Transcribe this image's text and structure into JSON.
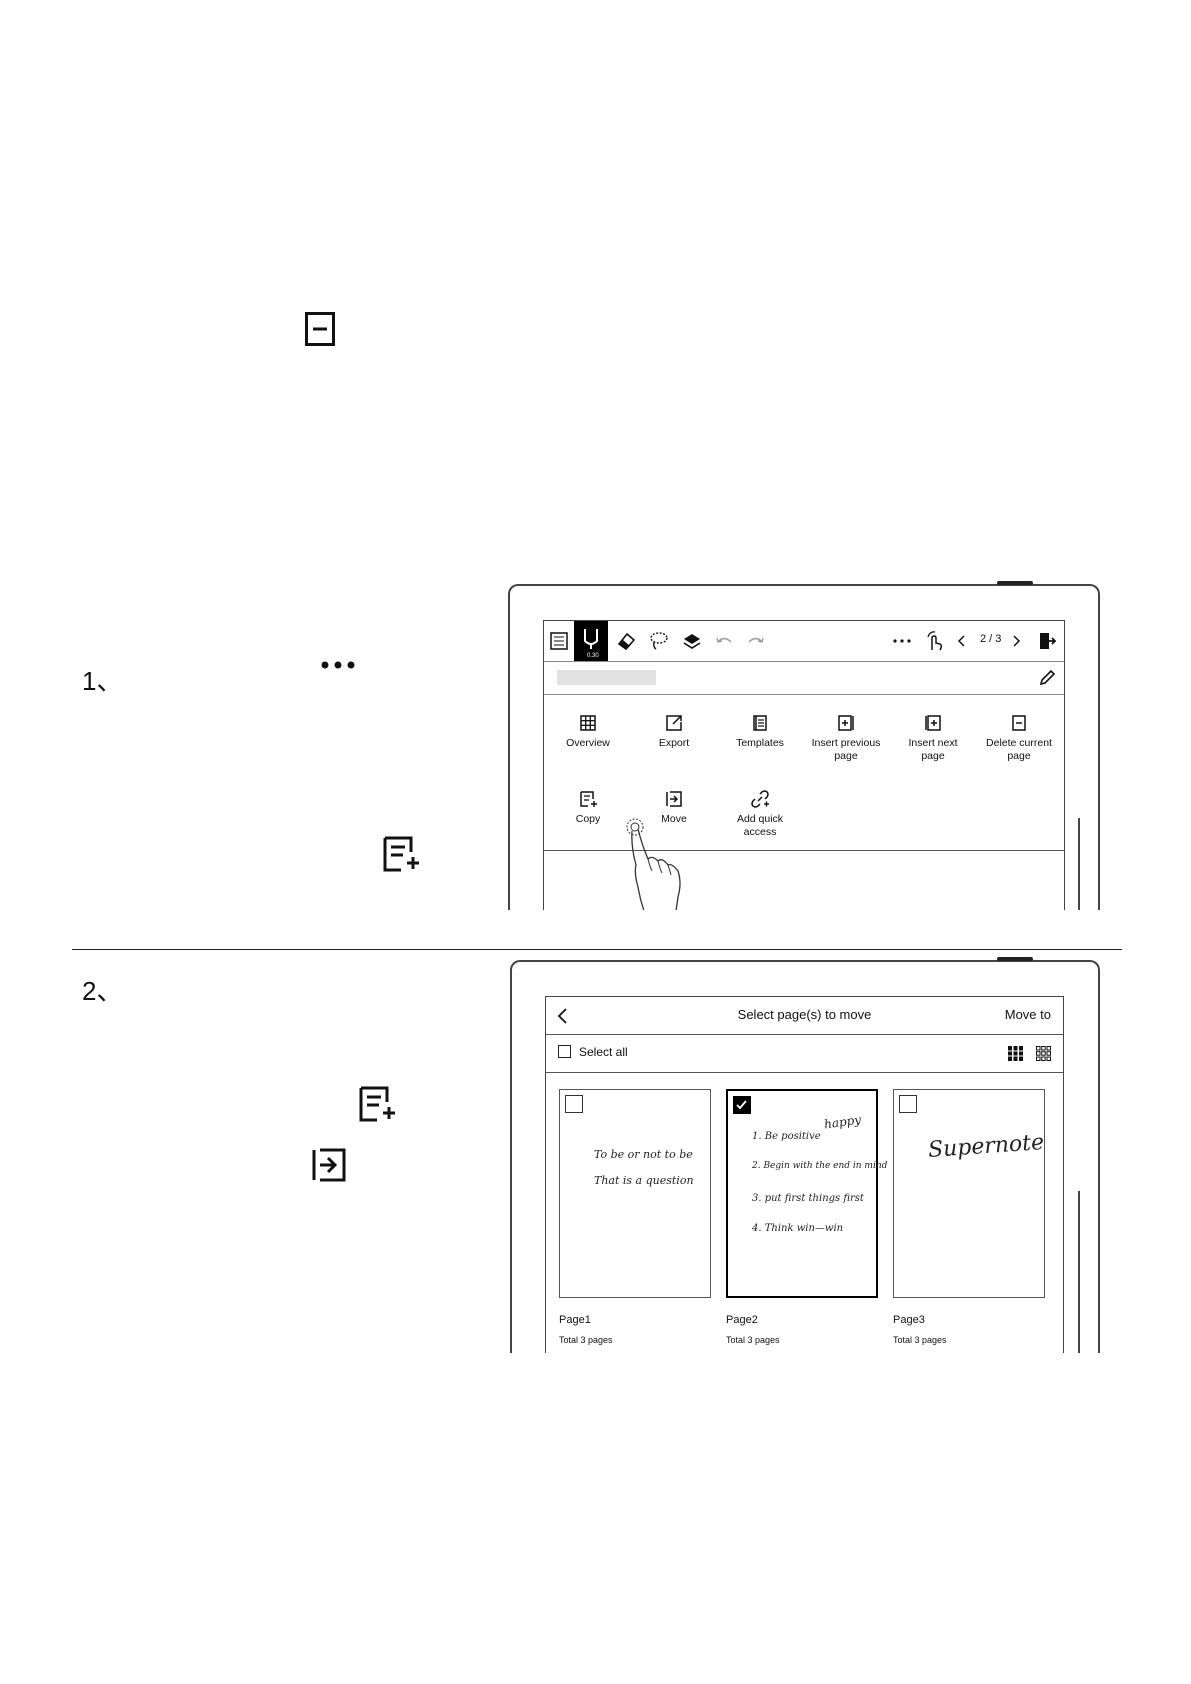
{
  "steps": [
    {
      "number": "1、"
    },
    {
      "number": "2、"
    }
  ],
  "screen1": {
    "page_indicator": "2 / 3",
    "pen_size": "0.30",
    "menu_items": [
      {
        "label": "Overview",
        "icon": "grid-icon"
      },
      {
        "label": "Export",
        "icon": "export-icon"
      },
      {
        "label": "Templates",
        "icon": "templates-icon"
      },
      {
        "label": "Insert previous\npage",
        "icon": "insert-previous-page-icon"
      },
      {
        "label": "Insert next\npage",
        "icon": "insert-next-page-icon"
      },
      {
        "label": "Delete current\npage",
        "icon": "delete-page-icon"
      },
      {
        "label": "Copy",
        "icon": "copy-icon"
      },
      {
        "label": "Move",
        "icon": "move-icon"
      },
      {
        "label": "Add quick\naccess",
        "icon": "add-quick-access-icon"
      }
    ]
  },
  "screen2": {
    "title": "Select page(s) to move",
    "action": "Move to",
    "select_all": "Select all",
    "pages": [
      {
        "name": "Page1",
        "total": "Total 3 pages",
        "checked": false,
        "lines": [
          "To be or not to be",
          "That is a question"
        ]
      },
      {
        "name": "Page2",
        "total": "Total 3 pages",
        "checked": true,
        "note": "happy",
        "lines": [
          "1. Be positive",
          "2. Begin with the end in mind",
          "3. put first things first",
          "4. Think win—win"
        ]
      },
      {
        "name": "Page3",
        "total": "Total 3 pages",
        "checked": false,
        "lines": [
          "Supernote"
        ]
      }
    ]
  }
}
